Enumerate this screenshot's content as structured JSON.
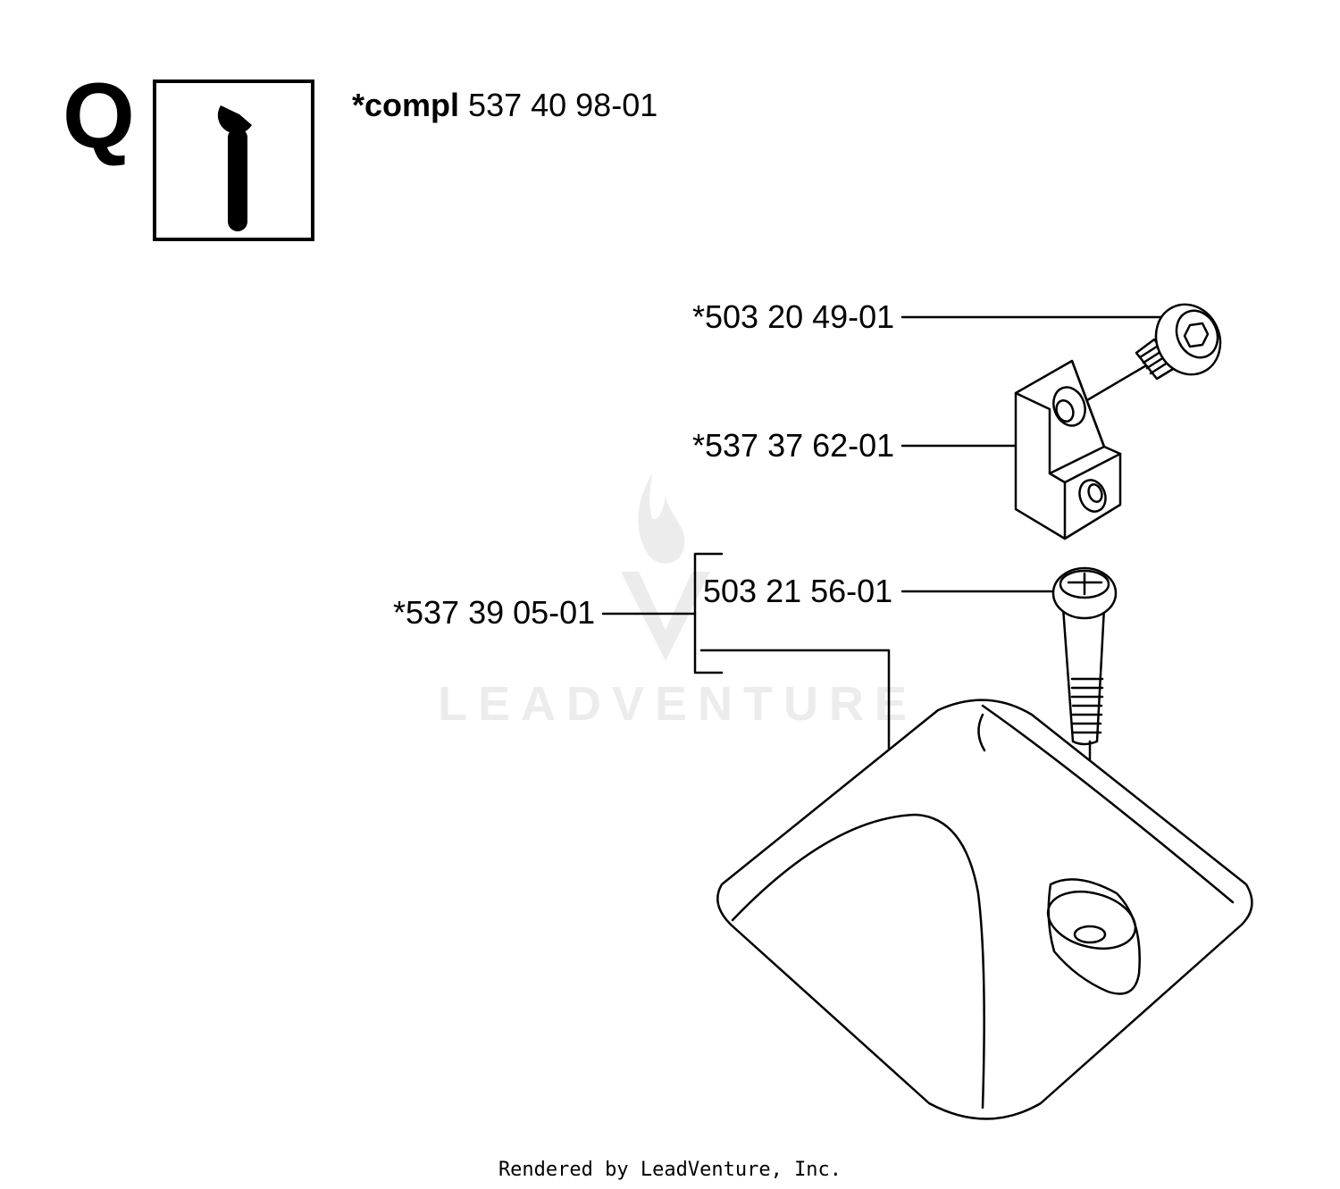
{
  "section": {
    "letter": "Q",
    "tool_icon": "wrench-icon"
  },
  "kit": {
    "prefix": "*compl",
    "number": "537 40 98-01"
  },
  "parts": {
    "bolt_upper": "*503 20 49-01",
    "clamp_block": "*537 37 62-01",
    "assembly": "*537 39 05-01",
    "screw": "503 21 56-01"
  },
  "watermark": {
    "text": "LEADVENTURE"
  },
  "footer": {
    "credit": "Rendered by LeadVenture, Inc."
  }
}
